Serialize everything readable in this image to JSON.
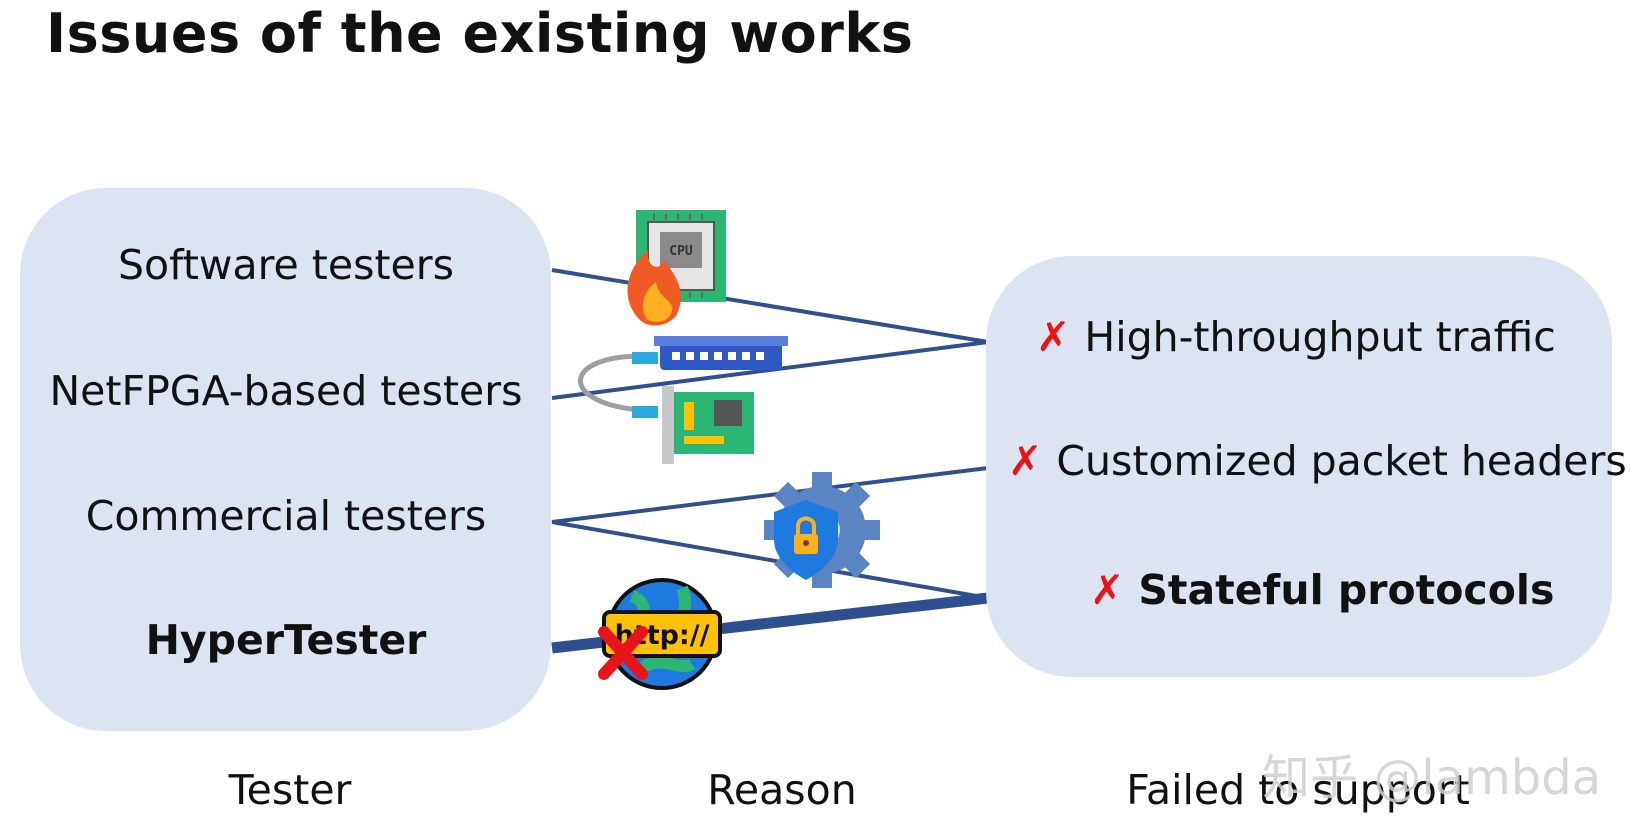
{
  "title": "Issues of the existing works",
  "testers": [
    {
      "label": "Software testers",
      "bold": false
    },
    {
      "label": "NetFPGA-based testers",
      "bold": false
    },
    {
      "label": "Commercial testers",
      "bold": false
    },
    {
      "label": "HyperTester",
      "bold": true
    }
  ],
  "failed": [
    {
      "mark": "✗",
      "label": "High-throughput traffic",
      "bold": false
    },
    {
      "mark": "✗",
      "label": "Customized packet headers",
      "bold": false
    },
    {
      "mark": "✗",
      "label": "Stateful protocols",
      "bold": true
    }
  ],
  "reason_icons": [
    "cpu-fire-icon",
    "netfpga-switch-card-icon",
    "gear-shield-lock-icon",
    "http-globe-cross-icon"
  ],
  "icon_text": {
    "cpu": "CPU",
    "http": "http://"
  },
  "columns": {
    "tester": "Tester",
    "reason": "Reason",
    "failed": "Failed to support"
  },
  "watermark": "知乎 @lambda",
  "colors": {
    "box": "#dce4f2",
    "line": "#2f4f8f",
    "cross": "#e8141c"
  }
}
